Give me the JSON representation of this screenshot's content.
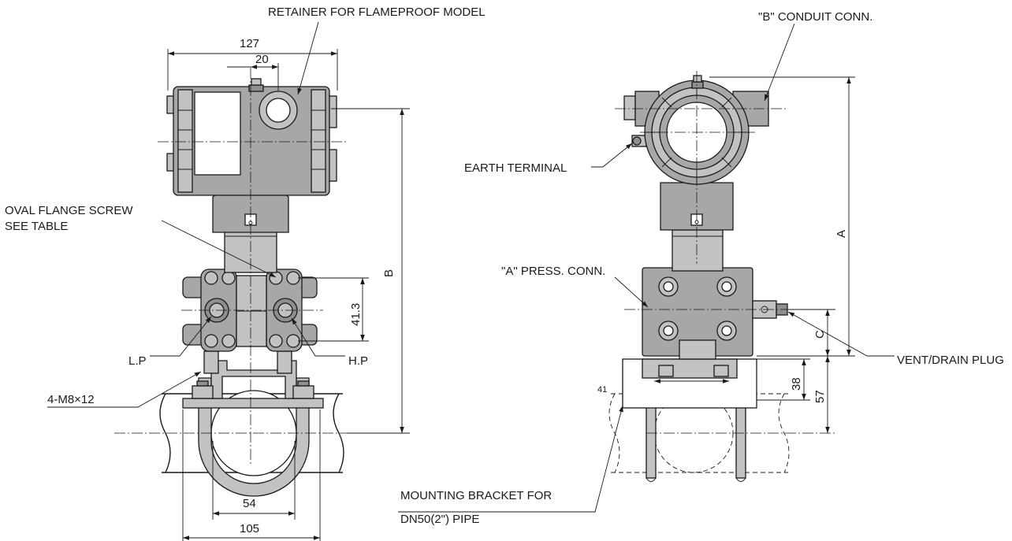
{
  "labels": {
    "retainer": "RETAINER FOR FLAMEPROOF MODEL",
    "conduit": "\"B\" CONDUIT CONN.",
    "earth": "EARTH TERMINAL",
    "oval_flange_1": "OVAL FLANGE SCREW",
    "oval_flange_2": "SEE TABLE",
    "press_conn": "\"A\" PRESS. CONN.",
    "vent_drain": "VENT/DRAIN PLUG",
    "low_pressure": "L.P",
    "high_pressure": "H.P",
    "bolt": "4-M8×12",
    "bracket_1": "MOUNTING BRACKET FOR",
    "bracket_2": "DN50(2\") PIPE"
  },
  "dimensions": {
    "d127": "127",
    "d20": "20",
    "d41_3": "41.3",
    "dB": "B",
    "d54": "54",
    "d105": "105",
    "dA": "A",
    "dC": "C",
    "d38": "38",
    "d57": "57",
    "d41": "41"
  }
}
